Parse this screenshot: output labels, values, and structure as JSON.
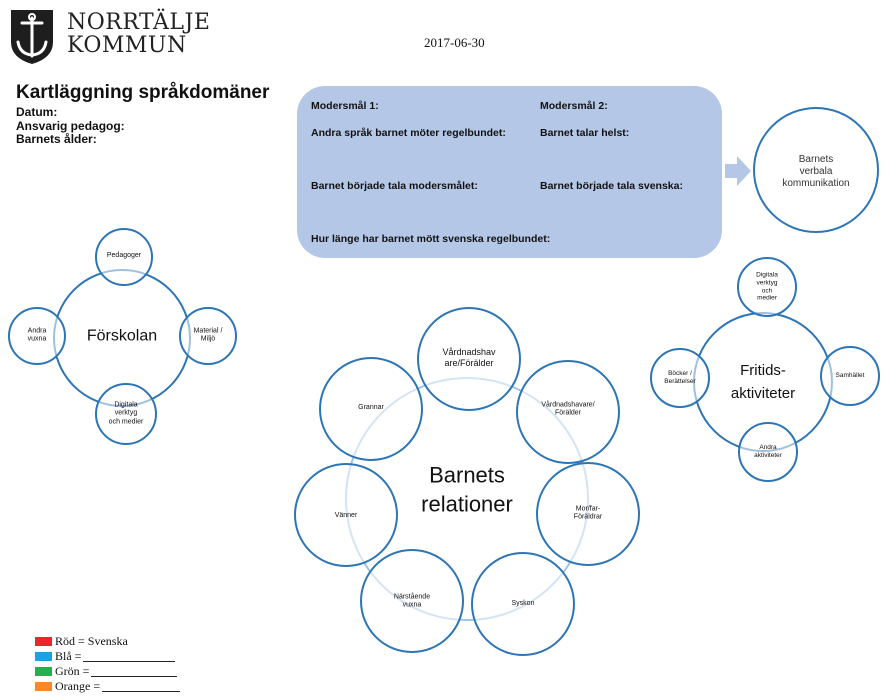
{
  "header": {
    "logo_line1": "NORRTÄLJE",
    "logo_line2": "KOMMUN",
    "date": "2017-06-30"
  },
  "form": {
    "title": "Kartläggning språkdomäner",
    "fields": [
      "Datum:",
      "Ansvarig pedagog:",
      "Barnets ålder:"
    ]
  },
  "info_box": {
    "modersmal1": "Modersmål 1:",
    "modersmal2": "Modersmål 2:",
    "andra_sprak": "Andra språk barnet möter regelbundet:",
    "talar_helst": "Barnet talar helst:",
    "borjade_modersmal": "Barnet började tala modersmålet:",
    "borjade_svenska": "Barnet började tala svenska:",
    "hur_lange": "Hur länge har barnet mött svenska regelbundet:"
  },
  "verbal": {
    "label": "Barnets verbala\nkommunikation"
  },
  "forskolan": {
    "center": "Förskolan",
    "top": "Pedagoger",
    "left": "Andra\nvuxna",
    "right": "Material /\nMiljö",
    "bottom": "Digitala\nverktyg\noch medier"
  },
  "relationer": {
    "center": "Barnets\nrelationer",
    "items": [
      "Vårdnadshav\nare/Förälder",
      "Vårdnadshavare/\nFörälder",
      "Mor/far-\nFöräldrar",
      "Syskon",
      "Närstående\nvuxna",
      "Vänner",
      "Grannar"
    ]
  },
  "fritid": {
    "center": "Fritids-\naktiviteter",
    "top": "Digitala\nverktyg\noch\nmedier",
    "left": "Böcker /\nBerättelser",
    "right": "Samhället",
    "bottom": "Andra\naktiviteter"
  },
  "legend": [
    {
      "label": "Röd = Svenska",
      "color": "#e8262c",
      "blank": false
    },
    {
      "label": "Blå =",
      "color": "#1aa3e0",
      "blank": true
    },
    {
      "label": "Grön =",
      "color": "#22b14c",
      "blank": true
    },
    {
      "label": "Orange =",
      "color": "#f7892a",
      "blank": true
    }
  ],
  "colors": {
    "circle_stroke": "#2e75b6",
    "box_fill": "#b4c7e7",
    "arrow_fill": "#b4c7e7"
  }
}
